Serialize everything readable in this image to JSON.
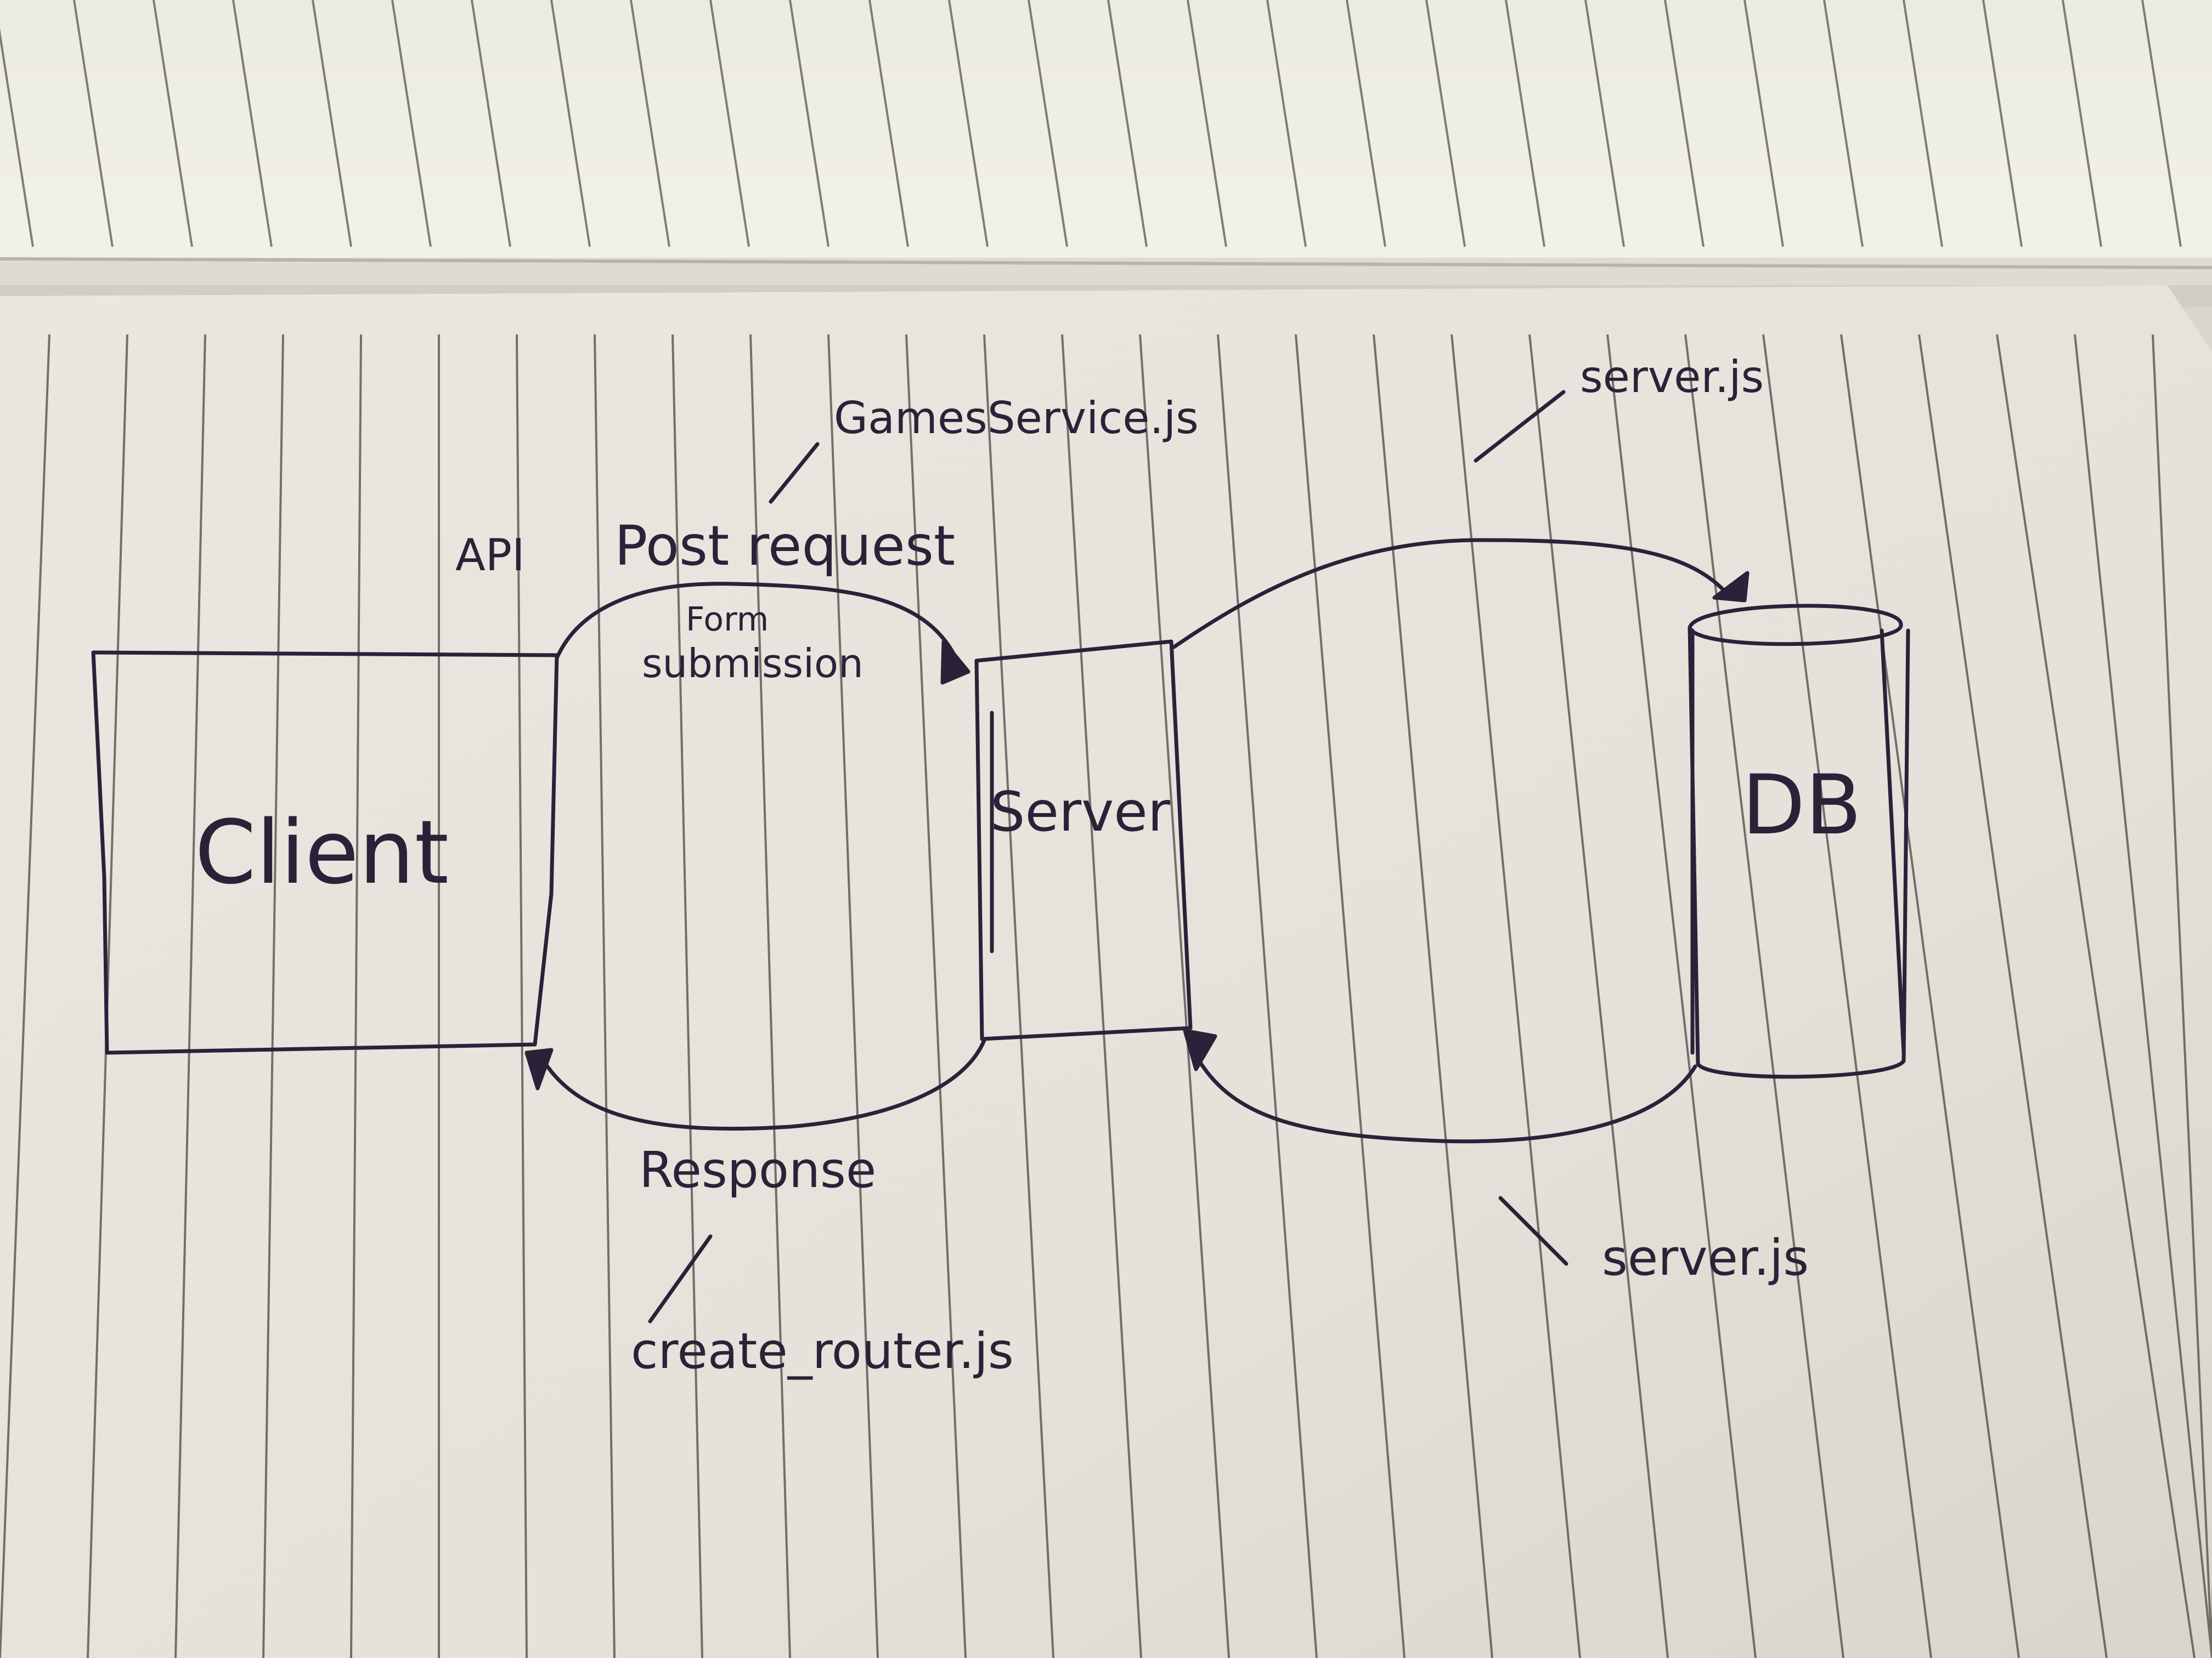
{
  "labels": {
    "client": "Client",
    "server": "Server",
    "db": "DB",
    "api": "API",
    "post_request": "Post request",
    "form_submission_line1": "Form",
    "form_submission_line2": "submission",
    "games_service": "GamesService.js",
    "server_js_top": "server.js",
    "response": "Response",
    "create_router": "create_router.js",
    "server_js_bottom": "server.js"
  },
  "colors": {
    "ink": "#2a2238",
    "paper_top": "#efeee6",
    "paper_bottom": "#e4e2d9",
    "rule_line": "#55524c"
  }
}
